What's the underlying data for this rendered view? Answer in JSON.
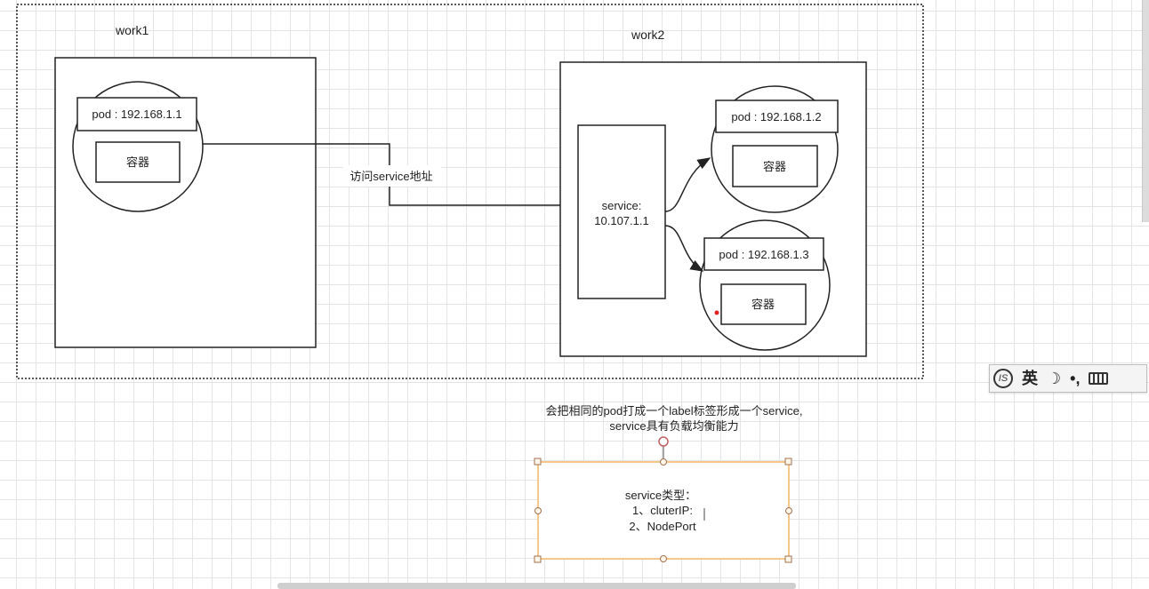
{
  "nodes": {
    "work1": {
      "label": "work1"
    },
    "work2": {
      "label": "work2"
    },
    "pod1": {
      "label": "pod : 192.168.1.1",
      "container_label": "容器"
    },
    "pod2": {
      "label": "pod : 192.168.1.2",
      "container_label": "容器"
    },
    "pod3": {
      "label": "pod : 192.168.1.3",
      "container_label": "容器"
    },
    "service": {
      "line1": "service:",
      "line2": "10.107.1.1"
    }
  },
  "edges": {
    "access_label": "访问service地址"
  },
  "notes": {
    "description_line1": "会把相同的pod打成一个label标签形成一个service,",
    "description_line2": "service具有负载均衡能力",
    "types_title": "service类型：",
    "types_item1": "1、cluterIP:",
    "types_item2": "2、NodePort"
  },
  "ime_toolbar": {
    "lang": "英",
    "moon": "☽",
    "punct": "•,"
  },
  "colors": {
    "stroke": "#222222",
    "selection": "#f5c78a",
    "accent_dot": "#e02020",
    "grid": "#e4e4e4"
  }
}
